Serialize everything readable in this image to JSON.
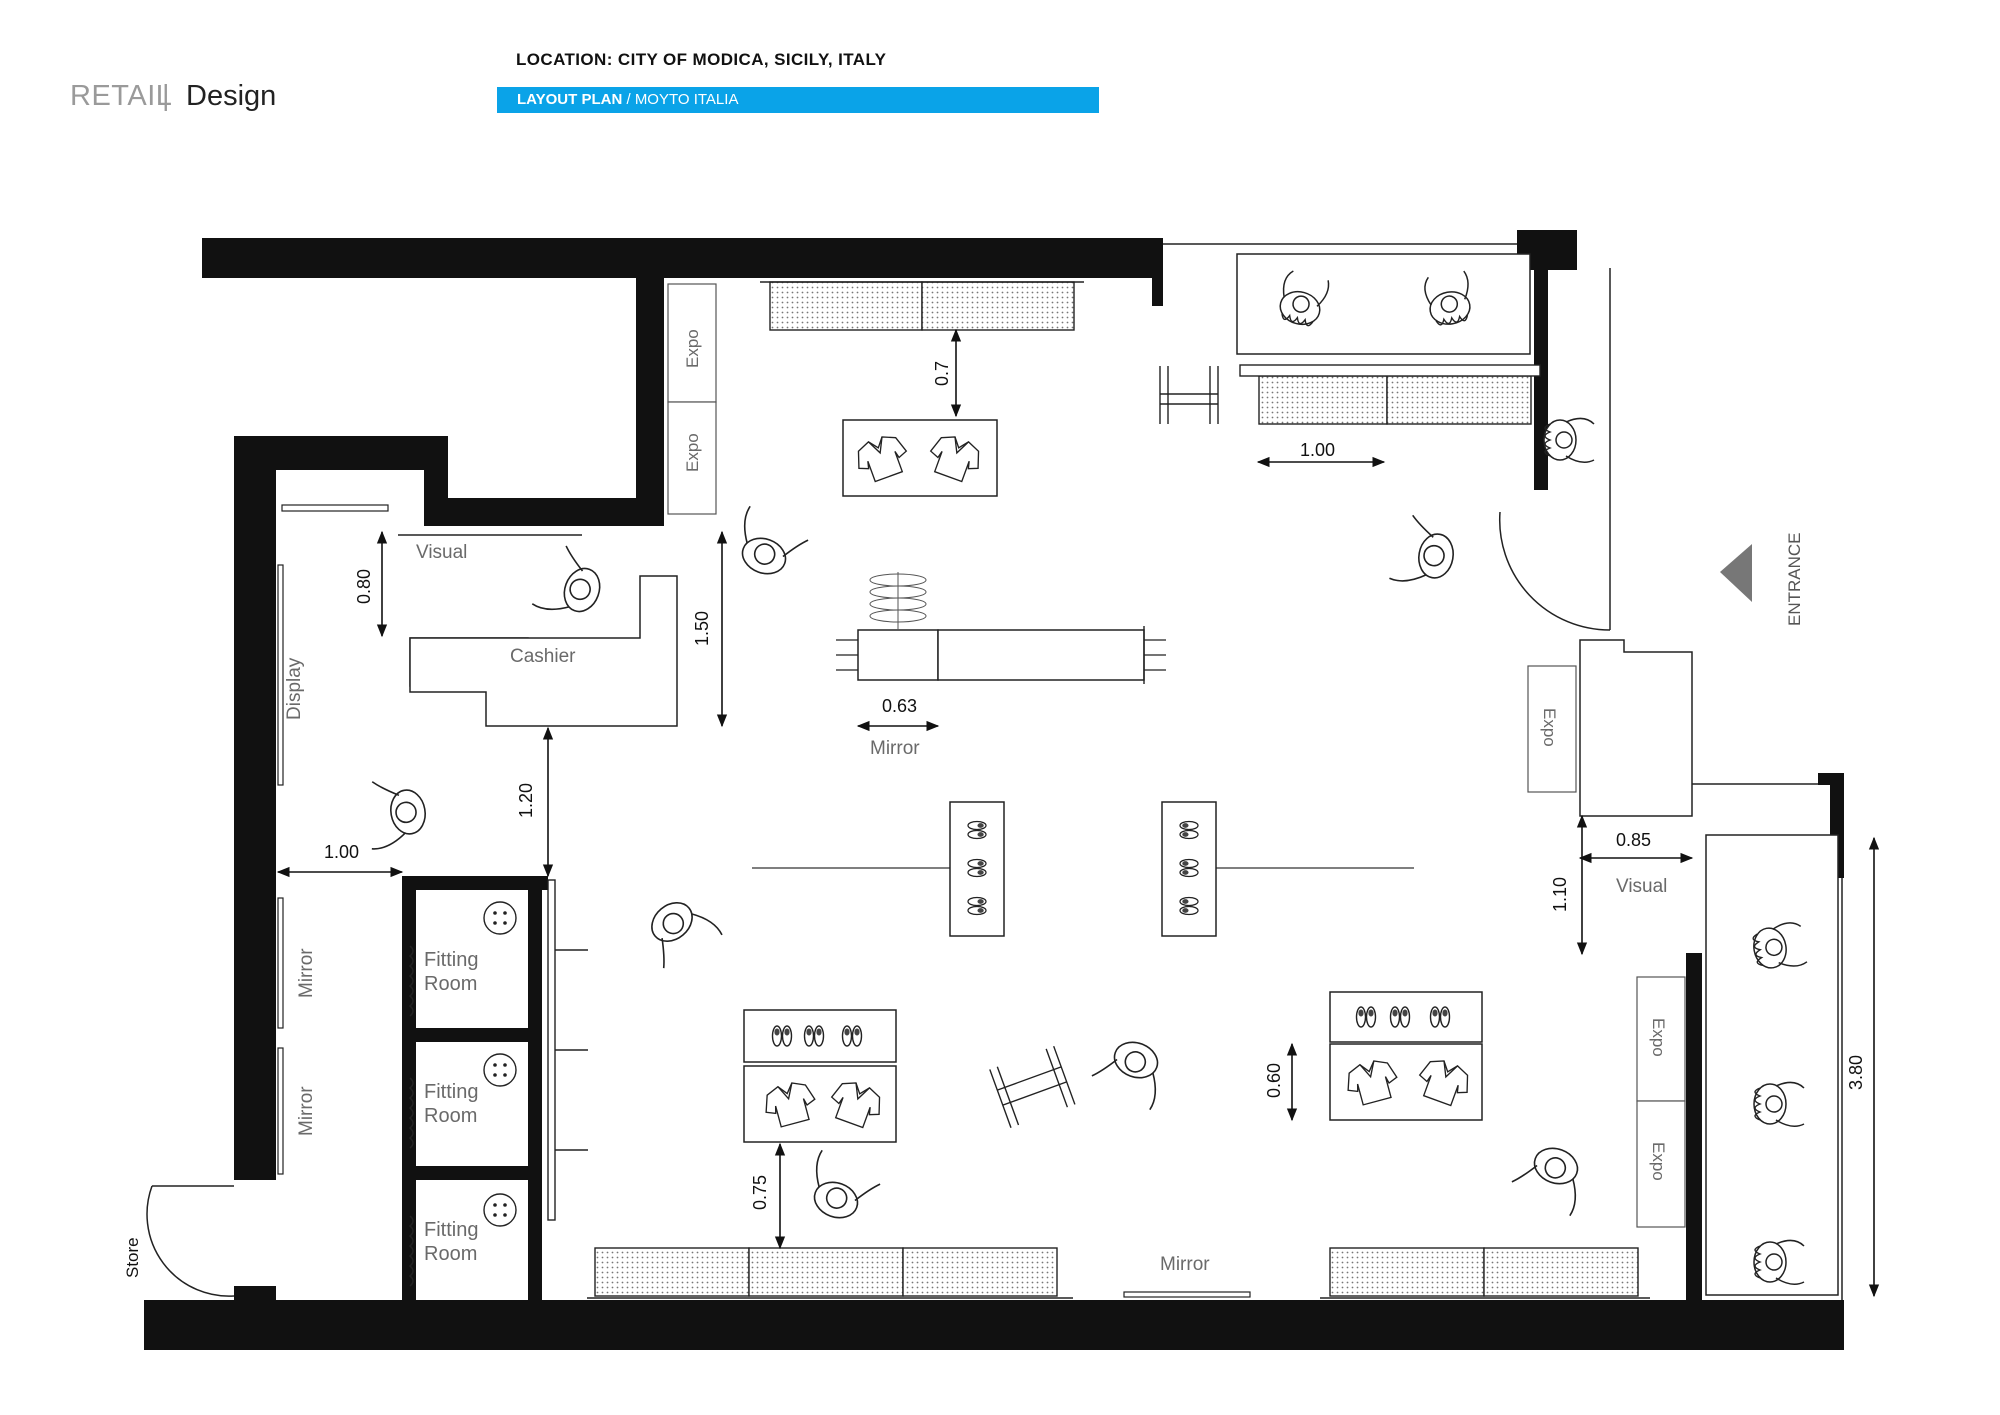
{
  "header": {
    "retail": "RETAIL",
    "separator": "|",
    "design": "Design",
    "location": "LOCATION: CITY OF MODICA, SICILY, ITALY",
    "plan_label": "LAYOUT PLAN",
    "plan_slash": " / ",
    "plan_name": "MOYTO ITALIA"
  },
  "colors": {
    "accent": "#0aa3e8",
    "wall": "#111111",
    "label": "#6a6a6a"
  },
  "plan": {
    "entrance": "ENTRANCE",
    "store": "Store",
    "cashier": "Cashier",
    "visual": "Visual",
    "display": "Display",
    "mirror": "Mirror",
    "expo": "Expo",
    "fitting_room_line1": "Fitting",
    "fitting_room_line2": "Room",
    "dimensions": {
      "top_rail": "0.7",
      "right_shelf": "1.00",
      "cashier_clear": "0.80",
      "center_aisle": "1.50",
      "mirror_unit": "0.63",
      "fitting_gap": "1.20",
      "left_passage": "1.00",
      "expo_depth": "0.85",
      "visual_gap": "1.10",
      "window_width": "3.80",
      "table_right": "0.60",
      "table_left": "0.75"
    }
  }
}
